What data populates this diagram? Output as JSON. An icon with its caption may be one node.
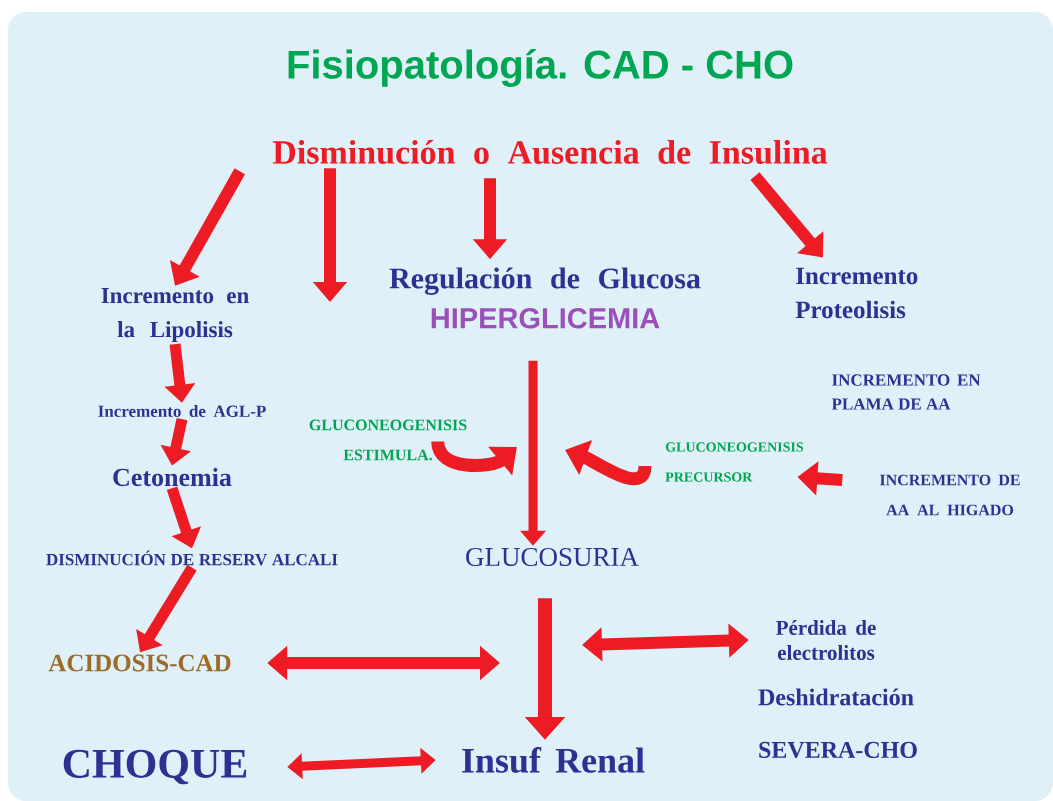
{
  "diagram": {
    "title": "Fisiopatología. CAD - CHO",
    "nodes": [
      {
        "text": [
          "Disminución o Ausencia de Insulina"
        ]
      },
      {
        "text": [
          "Incremento en la Lipolisis"
        ]
      },
      {
        "text": [
          "Regulación de Glucosa",
          "HIPERGLICEMIA"
        ]
      },
      {
        "text": [
          "Incremento Proteolisis"
        ]
      },
      {
        "text": [
          "Incremento de AGL-P"
        ]
      },
      {
        "text": [
          "Cetonemia"
        ]
      },
      {
        "text": [
          "DISMINUCIÓN DE RESERV ALCALI"
        ]
      },
      {
        "text": [
          "ACIDOSIS-CAD"
        ]
      },
      {
        "text": [
          "GLUCOSURIA"
        ]
      },
      {
        "text": [
          "INCREMENTO DE AA AL HIGADO"
        ]
      },
      {
        "text": [
          "GLUCONEOGENISIS PRECURSOR"
        ]
      },
      {
        "text": [
          "GLUCONEOGENISIS ESTIMULA."
        ]
      },
      {
        "text": [
          "Pérdida de electrolitos"
        ]
      },
      {
        "text": [
          "Deshidratación"
        ]
      },
      {
        "text": [
          "SEVERA-CHO"
        ]
      },
      {
        "text": [
          "CHOQUE"
        ]
      },
      {
        "text": [
          "Insuf Renal"
        ]
      }
    ],
    "edges": [
      {
        "from": 0,
        "to": 1,
        "arrow": "to"
      },
      {
        "from": 0,
        "to": 2,
        "arrow": "to"
      },
      {
        "from": 0,
        "to": 3,
        "arrow": "to"
      },
      {
        "from": 0,
        "to": null,
        "arrow": "to"
      },
      {
        "from": 1,
        "to": 4,
        "arrow": "to"
      },
      {
        "from": 4,
        "to": 5,
        "arrow": "to"
      },
      {
        "from": 5,
        "to": 6,
        "arrow": "to"
      },
      {
        "from": 6,
        "to": 7,
        "arrow": "to"
      },
      {
        "from": 2,
        "to": 8,
        "arrow": "to"
      },
      {
        "from": 11,
        "to": null,
        "arrow": "to"
      },
      {
        "from": 10,
        "to": null,
        "arrow": "to"
      },
      {
        "from": 9,
        "to": 10,
        "arrow": "to"
      },
      {
        "from": 7,
        "to": null,
        "arrow": "both"
      },
      {
        "from": null,
        "to": 12,
        "arrow": "both"
      },
      {
        "from": 15,
        "to": 16,
        "arrow": "both"
      },
      {
        "from": 8,
        "to": 16,
        "arrow": "to"
      }
    ],
    "labels": [
      "INCREMENTO EN PLAMA DE AA"
    ]
  }
}
